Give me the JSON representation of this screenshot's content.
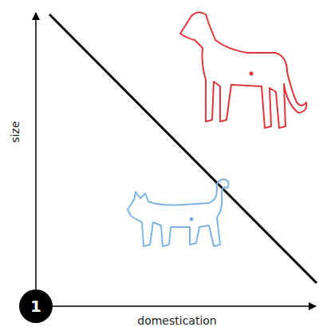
{
  "diagram": {
    "nodes": [
      {
        "text": [
          "1"
        ]
      }
    ],
    "labels": [
      "size",
      "domestication"
    ]
  }
}
